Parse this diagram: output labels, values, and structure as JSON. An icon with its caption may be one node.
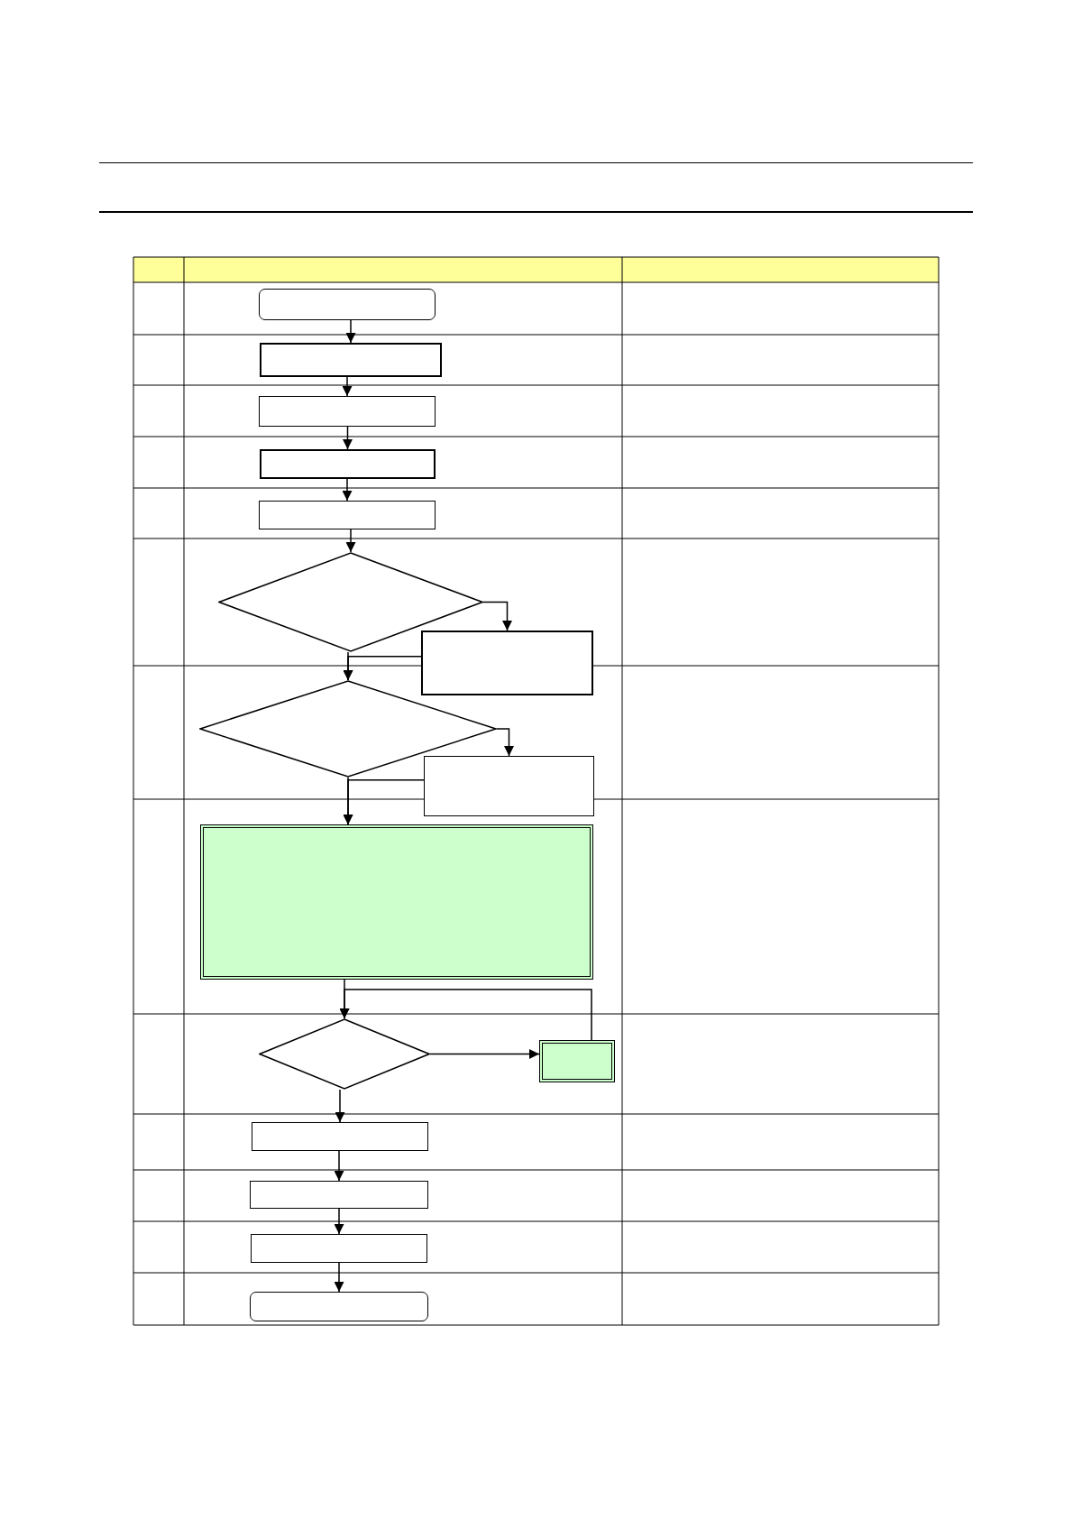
{
  "diagram": {
    "nodes": [
      {
        "text": [],
        "shape": "box"
      },
      {
        "text": [],
        "shape": "box"
      },
      {
        "text": [],
        "shape": "box"
      },
      {
        "text": [],
        "shape": "box"
      },
      {
        "text": [],
        "shape": "box"
      },
      {
        "text": [],
        "shape": "diamond"
      },
      {
        "text": [],
        "shape": "box"
      },
      {
        "text": [],
        "shape": "diamond"
      },
      {
        "text": [],
        "shape": "box"
      },
      {
        "text": [],
        "shape": "box"
      },
      {
        "text": [],
        "shape": "diamond"
      },
      {
        "text": [],
        "shape": "box"
      },
      {
        "text": [],
        "shape": "box"
      },
      {
        "text": [],
        "shape": "box"
      },
      {
        "text": [],
        "shape": "box"
      },
      {
        "text": [],
        "shape": "box"
      }
    ],
    "edges": [
      {
        "from": 0,
        "to": 1,
        "arrow": "to"
      },
      {
        "from": 1,
        "to": 2,
        "arrow": "to"
      },
      {
        "from": 2,
        "to": 3,
        "arrow": "to"
      },
      {
        "from": 3,
        "to": 4,
        "arrow": "to"
      },
      {
        "from": 4,
        "to": 5,
        "arrow": "to"
      },
      {
        "from": 5,
        "to": 6,
        "arrow": "to"
      },
      {
        "from": 6,
        "to": 7,
        "arrow": "to"
      },
      {
        "from": 5,
        "to": 7,
        "arrow": "to"
      },
      {
        "from": 7,
        "to": 8,
        "arrow": "to"
      },
      {
        "from": 8,
        "to": 9,
        "arrow": "to"
      },
      {
        "from": 7,
        "to": 9,
        "arrow": "to"
      },
      {
        "from": 9,
        "to": 10,
        "arrow": "to"
      },
      {
        "from": 10,
        "to": 11,
        "arrow": "to"
      },
      {
        "from": 11,
        "to": 10,
        "arrow": "to"
      },
      {
        "from": 10,
        "to": 12,
        "arrow": "to"
      },
      {
        "from": 12,
        "to": 13,
        "arrow": "to"
      },
      {
        "from": 13,
        "to": 14,
        "arrow": "to"
      },
      {
        "from": 14,
        "to": 15,
        "arrow": "to"
      }
    ]
  }
}
